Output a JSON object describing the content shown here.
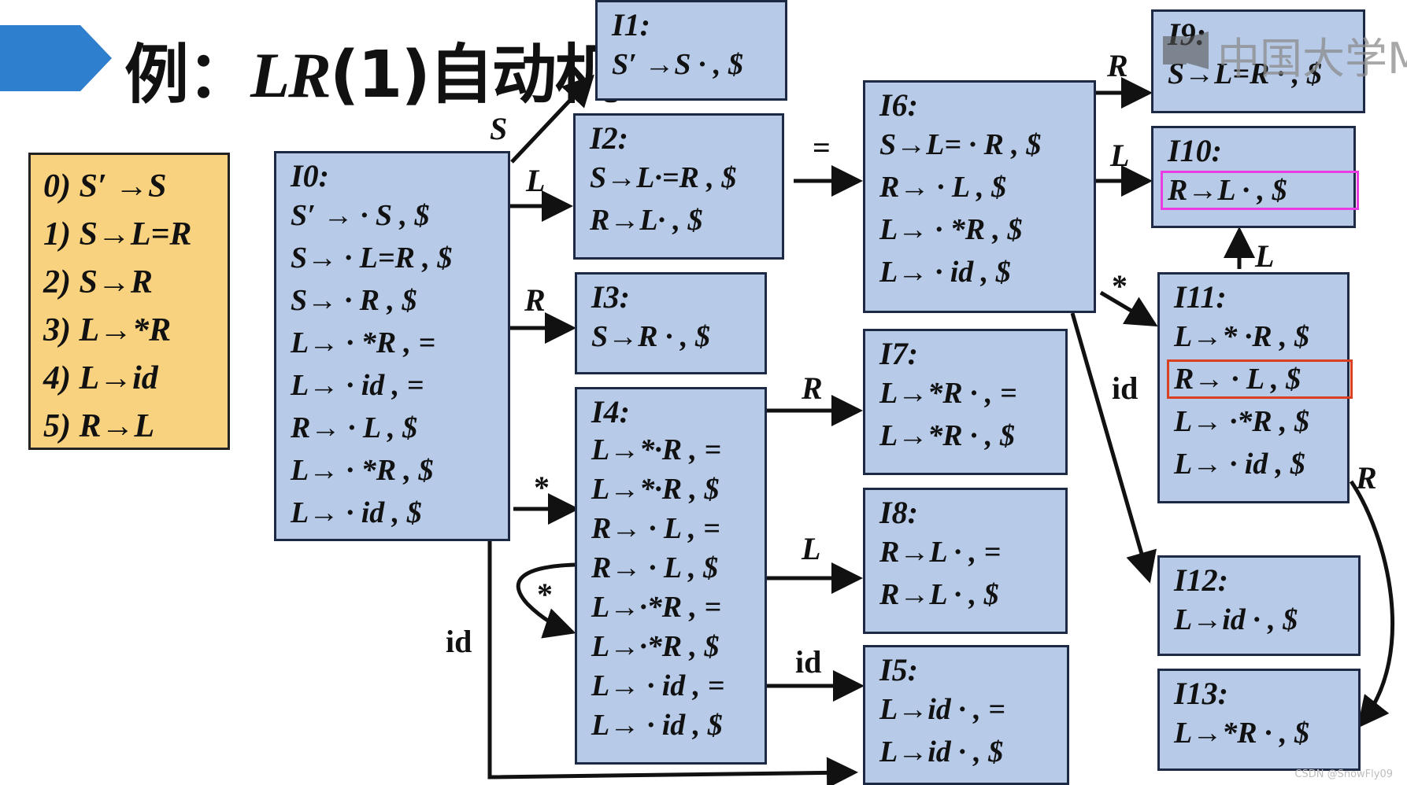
{
  "title": {
    "prefix": "例：",
    "lr": "LR",
    "suffix": "(1)自动机"
  },
  "grammar": [
    "0) S′ →S",
    "1) S→L=R",
    "2) S→R",
    "3) L→*R",
    "4) L→id",
    "5) R→L"
  ],
  "states": {
    "I0": {
      "label": "I0:",
      "items": [
        "S′ → · S , $",
        "S→ · L=R , $",
        "S→ · R , $",
        "L→ · *R , =",
        "L→ · id , =",
        "R→ · L , $",
        "L→ · *R , $",
        "L→ · id , $"
      ]
    },
    "I1": {
      "label": "I1:",
      "items": [
        "S′ →S · , $"
      ]
    },
    "I2": {
      "label": "I2:",
      "items": [
        "S→L·=R , $",
        "R→L· , $"
      ]
    },
    "I3": {
      "label": "I3:",
      "items": [
        "S→R · , $"
      ]
    },
    "I4": {
      "label": "I4:",
      "items": [
        "L→*·R , =",
        "L→*·R , $",
        "R→ · L , =",
        "R→ · L , $",
        "L→·*R , =",
        "L→·*R , $",
        "L→ · id , =",
        "L→ · id , $"
      ]
    },
    "I5": {
      "label": "I5:",
      "items": [
        "L→id · , =",
        "L→id · , $"
      ]
    },
    "I6": {
      "label": "I6:",
      "items": [
        "S→L= · R , $",
        "R→ · L , $",
        "L→ · *R , $",
        "L→ · id , $"
      ]
    },
    "I7": {
      "label": "I7:",
      "items": [
        "L→*R · , =",
        "L→*R · , $"
      ]
    },
    "I8": {
      "label": "I8:",
      "items": [
        "R→L · , =",
        "R→L · , $"
      ]
    },
    "I9": {
      "label": "I9:",
      "items": [
        "S→L=R · , $"
      ]
    },
    "I10": {
      "label": "I10:",
      "items": [
        "R→L · , $"
      ]
    },
    "I11": {
      "label": "I11:",
      "items": [
        "L→* ·R , $",
        "R→ · L , $",
        "L→ ·*R , $",
        "L→ · id , $"
      ]
    },
    "I12": {
      "label": "I12:",
      "items": [
        "L→id · , $"
      ]
    },
    "I13": {
      "label": "I13:",
      "items": [
        "L→*R · , $"
      ]
    }
  },
  "edges": {
    "S": "S",
    "L": "L",
    "R": "R",
    "star": "*",
    "id": "id",
    "eq": "="
  },
  "watermark": "中国大学M",
  "credit": "CSDN @SnowFly09",
  "colors": {
    "state_fill": "#b7cbe9",
    "grammar_fill": "#f8d27e",
    "title_arrow": "#2f7fcf",
    "highlight_pink": "#e93de3",
    "highlight_red": "#d8401f"
  }
}
